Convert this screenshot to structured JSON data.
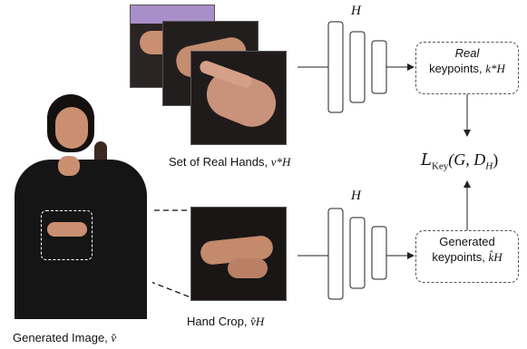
{
  "top_network_label": "H",
  "bottom_network_label": "H",
  "real_box": {
    "line1": "Real",
    "line2": "keypoints,",
    "symbol": "k*H"
  },
  "gen_box": {
    "line1": "Generated",
    "line2": "keypoints,",
    "symbol": "k̂H"
  },
  "loss": {
    "script": "L",
    "sub": "Key",
    "args": "(G, D",
    "args_sub": "H",
    "close": ")"
  },
  "captions": {
    "real_hands": "Set of Real Hands,",
    "real_hands_sym": "v*H",
    "hand_crop": "Hand Crop,",
    "hand_crop_sym": "v̂H",
    "generated_image": "Generated Image,",
    "generated_image_sym": "v̂"
  },
  "colors": {
    "skin": "#c98f70",
    "clothing": "#151515",
    "background_purple": "#a98fc9",
    "line": "#222222"
  }
}
